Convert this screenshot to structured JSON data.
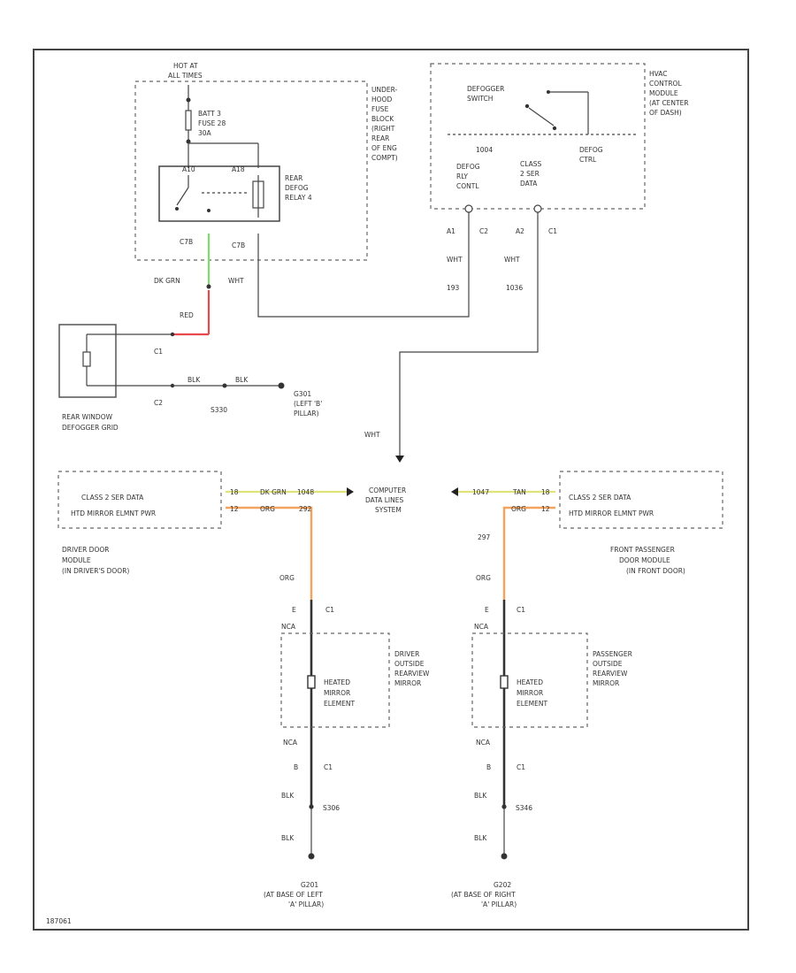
{
  "colors": {
    "green": "#7ddc6a",
    "red": "#e8484a",
    "orange": "#f3a35e",
    "yellow": "#e2e27a",
    "white_wire": "#c8c8c8",
    "line": "#444444"
  },
  "power": {
    "hot_label_1": "HOT AT",
    "hot_label_2": "ALL TIMES"
  },
  "fuse_block": {
    "label": [
      "UNDER-",
      "HOOD",
      "FUSE",
      "BLOCK",
      "(RIGHT",
      "REAR",
      "OF ENG",
      "COMPT)"
    ],
    "fuse": [
      "BATT 3",
      "FUSE 28",
      "30A"
    ],
    "relay": [
      "REAR",
      "DEFOG",
      "RELAY 4"
    ],
    "pin_in": "A10",
    "pin_a": "A18",
    "c_left": "C7B",
    "c_right": "C7B"
  },
  "hvac": {
    "label": [
      "HVAC",
      "CONTROL",
      "MODULE",
      "(AT CENTER",
      "OF DASH)"
    ],
    "switch": [
      "DEFOGGER",
      "SWITCH"
    ],
    "sig_a": "1004",
    "defog_ctrl": [
      "DEFOG",
      "CTRL"
    ],
    "relay_ctrl": [
      "DEFOG",
      "RLY",
      "CONTL"
    ],
    "class2": [
      "CLASS",
      "2 SER",
      "DATA"
    ],
    "pin_a1": "A1",
    "conn_c2": "C2",
    "pin_a2": "A2",
    "conn_c1": "C1",
    "wht_1": "WHT",
    "wht_2": "WHT",
    "ckt_1": "193",
    "ckt_2": "1036"
  },
  "rear_grid": {
    "label": [
      "REAR WINDOW",
      "DEFOGGER GRID"
    ],
    "wire_dkgrn": "DK GRN",
    "wire_wht": "WHT",
    "wire_red": "RED",
    "c1": "C1",
    "c2": "C2",
    "blk_1": "BLK",
    "blk_2": "BLK",
    "splice": "S330",
    "ground": [
      "G301",
      "(LEFT 'B'",
      "PILLAR)"
    ]
  },
  "data_system": {
    "wht": "WHT",
    "label": [
      "COMPUTER",
      "DATA LINES",
      "SYSTEM"
    ]
  },
  "driver_module": {
    "box": [
      "CLASS 2 SER DATA",
      "HTD MIRROR ELMNT PWR"
    ],
    "label": [
      "DRIVER DOOR",
      "MODULE",
      "(IN DRIVER'S DOOR)"
    ],
    "p1": "18",
    "w1": "DK GRN",
    "c1": "1048",
    "p2": "12",
    "w2": "ORG",
    "c2": "292"
  },
  "pass_module": {
    "box": [
      "CLASS 2 SER DATA",
      "HTD MIRROR ELMNT PWR"
    ],
    "label": [
      "FRONT PASSENGER",
      "DOOR MODULE",
      "(IN FRONT DOOR)"
    ],
    "p1": "18",
    "w1": "TAN",
    "c1": "1047",
    "p2": "12",
    "w2": "ORG",
    "c2": "297"
  },
  "driver_mirror": {
    "org": "ORG",
    "e": "E",
    "c1": "C1",
    "nca": "NCA",
    "element": [
      "HEATED",
      "MIRROR",
      "ELEMENT"
    ],
    "label": [
      "DRIVER",
      "OUTSIDE",
      "REARVIEW",
      "MIRROR"
    ],
    "nca2": "NCA",
    "b": "B",
    "c1b": "C1",
    "blk": "BLK",
    "splice": "S306",
    "blk2": "BLK",
    "ground": [
      "G201",
      "(AT BASE OF LEFT",
      "'A' PILLAR)"
    ]
  },
  "pass_mirror": {
    "org": "ORG",
    "e": "E",
    "c1": "C1",
    "nca": "NCA",
    "element": [
      "HEATED",
      "MIRROR",
      "ELEMENT"
    ],
    "label": [
      "PASSENGER",
      "OUTSIDE",
      "REARVIEW",
      "MIRROR"
    ],
    "nca2": "NCA",
    "b": "B",
    "c1b": "C1",
    "blk": "BLK",
    "splice": "S346",
    "blk2": "BLK",
    "ground": [
      "G202",
      "(AT BASE OF RIGHT",
      "'A' PILLAR)"
    ]
  },
  "footer_id": "187061"
}
